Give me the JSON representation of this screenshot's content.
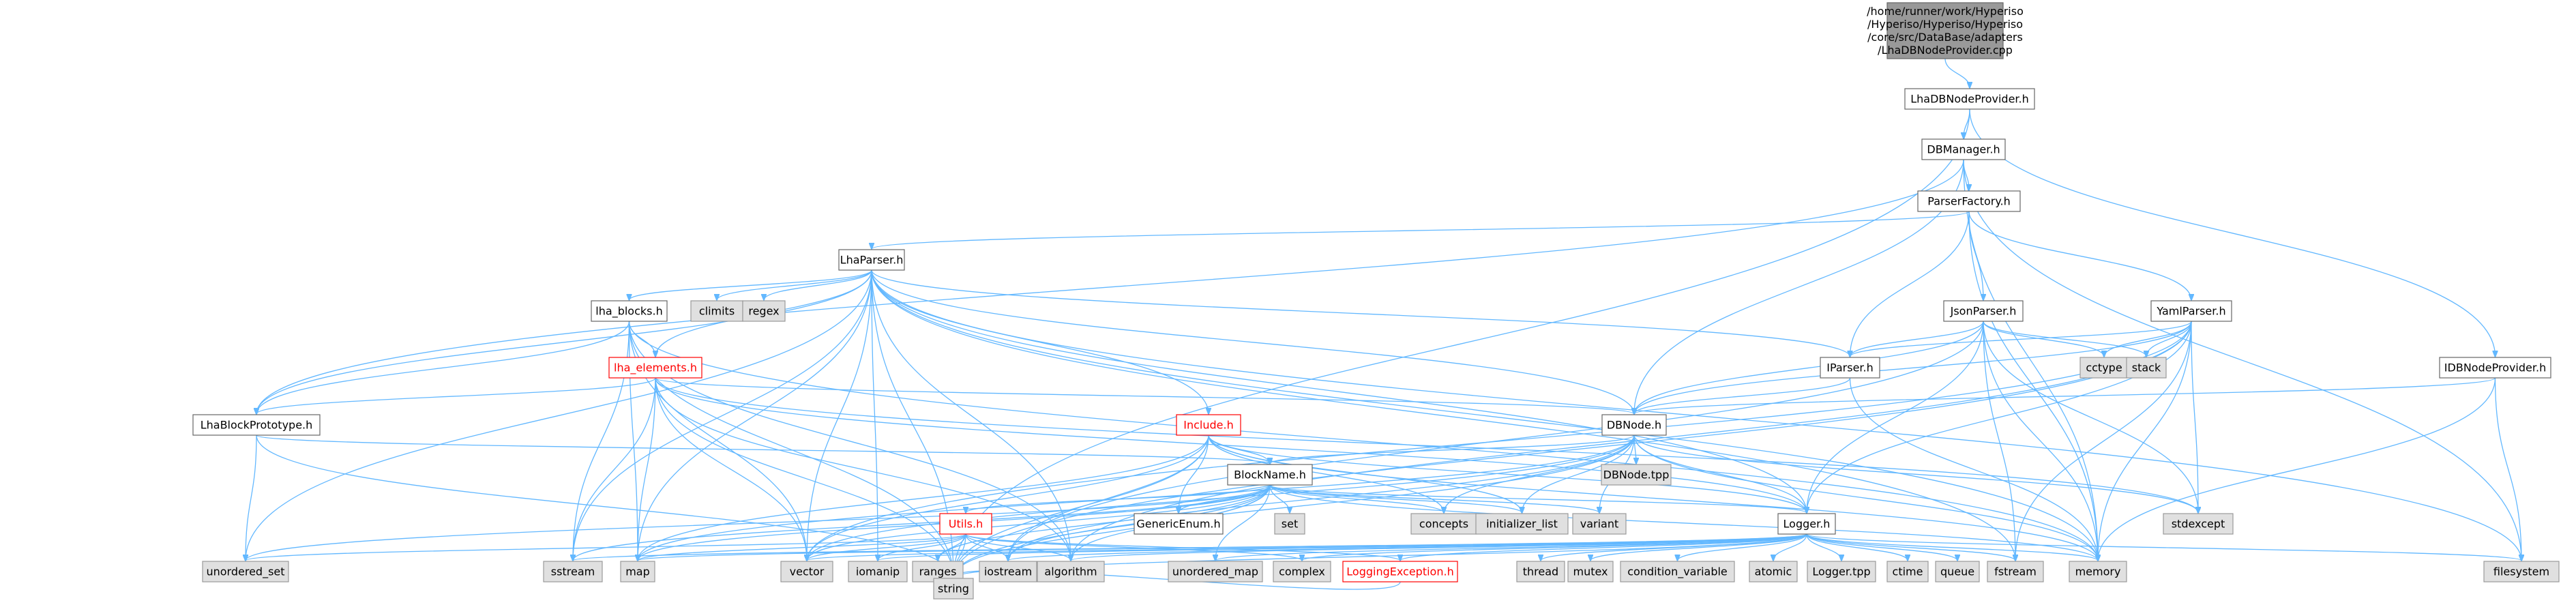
{
  "diagram": {
    "type": "include-dependency-graph",
    "colors": {
      "edge": "#63b8ff",
      "root_fill": "#999999",
      "system_header_fill": "#e0e0e0",
      "project_header_border": "#666666",
      "incomplete_header_text": "#ff0000"
    },
    "nodes": [
      {
        "id": "root",
        "lines": [
          "/home/runner/work/Hyperiso",
          "/Hyperiso/Hyperiso/Hyperiso",
          "/core/src/DataBase/adapters",
          "/LhaDBNodeProvider.cpp"
        ],
        "style": "root"
      },
      {
        "id": "lhadbnodeprovider_h",
        "lines": [
          "LhaDBNodeProvider.h"
        ],
        "style": "white"
      },
      {
        "id": "dbmanager_h",
        "lines": [
          "DBManager.h"
        ],
        "style": "white"
      },
      {
        "id": "parserfactory_h",
        "lines": [
          "ParserFactory.h"
        ],
        "style": "white"
      },
      {
        "id": "lhaparser_h",
        "lines": [
          "LhaParser.h"
        ],
        "style": "white"
      },
      {
        "id": "lha_blocks_h",
        "lines": [
          "lha_blocks.h"
        ],
        "style": "white"
      },
      {
        "id": "climits",
        "lines": [
          "climits"
        ],
        "style": "gray"
      },
      {
        "id": "regex",
        "lines": [
          "regex"
        ],
        "style": "gray"
      },
      {
        "id": "lha_elements_h",
        "lines": [
          "lha_elements.h"
        ],
        "style": "red"
      },
      {
        "id": "lhablockprototype_h",
        "lines": [
          "LhaBlockPrototype.h"
        ],
        "style": "white"
      },
      {
        "id": "include_h",
        "lines": [
          "Include.h"
        ],
        "style": "red"
      },
      {
        "id": "blockname_h",
        "lines": [
          "BlockName.h"
        ],
        "style": "white"
      },
      {
        "id": "utils_h",
        "lines": [
          "Utils.h"
        ],
        "style": "red"
      },
      {
        "id": "genericenum_h",
        "lines": [
          "GenericEnum.h"
        ],
        "style": "white"
      },
      {
        "id": "set",
        "lines": [
          "set"
        ],
        "style": "gray"
      },
      {
        "id": "concepts",
        "lines": [
          "concepts"
        ],
        "style": "gray"
      },
      {
        "id": "initializer_list",
        "lines": [
          "initializer_list"
        ],
        "style": "gray"
      },
      {
        "id": "variant",
        "lines": [
          "variant"
        ],
        "style": "gray"
      },
      {
        "id": "dbnode_h",
        "lines": [
          "DBNode.h"
        ],
        "style": "white"
      },
      {
        "id": "dbnode_tpp",
        "lines": [
          "DBNode.tpp"
        ],
        "style": "gray"
      },
      {
        "id": "iparser_h",
        "lines": [
          "IParser.h"
        ],
        "style": "white"
      },
      {
        "id": "jsonparser_h",
        "lines": [
          "JsonParser.h"
        ],
        "style": "white"
      },
      {
        "id": "yamlparser_h",
        "lines": [
          "YamlParser.h"
        ],
        "style": "white"
      },
      {
        "id": "cctype",
        "lines": [
          "cctype"
        ],
        "style": "gray"
      },
      {
        "id": "stack",
        "lines": [
          "stack"
        ],
        "style": "gray"
      },
      {
        "id": "idbnodeprovider_h",
        "lines": [
          "IDBNodeProvider.h"
        ],
        "style": "white"
      },
      {
        "id": "stdexcept",
        "lines": [
          "stdexcept"
        ],
        "style": "gray"
      },
      {
        "id": "logger_h",
        "lines": [
          "Logger.h"
        ],
        "style": "white"
      },
      {
        "id": "unordered_set",
        "lines": [
          "unordered_set"
        ],
        "style": "gray"
      },
      {
        "id": "sstream",
        "lines": [
          "sstream"
        ],
        "style": "gray"
      },
      {
        "id": "map",
        "lines": [
          "map"
        ],
        "style": "gray"
      },
      {
        "id": "vector",
        "lines": [
          "vector"
        ],
        "style": "gray"
      },
      {
        "id": "iomanip",
        "lines": [
          "iomanip"
        ],
        "style": "gray"
      },
      {
        "id": "ranges",
        "lines": [
          "ranges"
        ],
        "style": "gray"
      },
      {
        "id": "iostream",
        "lines": [
          "iostream"
        ],
        "style": "gray"
      },
      {
        "id": "algorithm",
        "lines": [
          "algorithm"
        ],
        "style": "gray"
      },
      {
        "id": "unordered_map",
        "lines": [
          "unordered_map"
        ],
        "style": "gray"
      },
      {
        "id": "complex",
        "lines": [
          "complex"
        ],
        "style": "gray"
      },
      {
        "id": "loggingexception_h",
        "lines": [
          "LoggingException.h"
        ],
        "style": "red"
      },
      {
        "id": "thread",
        "lines": [
          "thread"
        ],
        "style": "gray"
      },
      {
        "id": "mutex",
        "lines": [
          "mutex"
        ],
        "style": "gray"
      },
      {
        "id": "condition_variable",
        "lines": [
          "condition_variable"
        ],
        "style": "gray"
      },
      {
        "id": "atomic",
        "lines": [
          "atomic"
        ],
        "style": "gray"
      },
      {
        "id": "logger_tpp",
        "lines": [
          "Logger.tpp"
        ],
        "style": "gray"
      },
      {
        "id": "ctime",
        "lines": [
          "ctime"
        ],
        "style": "gray"
      },
      {
        "id": "queue",
        "lines": [
          "queue"
        ],
        "style": "gray"
      },
      {
        "id": "fstream",
        "lines": [
          "fstream"
        ],
        "style": "gray"
      },
      {
        "id": "memory",
        "lines": [
          "memory"
        ],
        "style": "gray"
      },
      {
        "id": "filesystem",
        "lines": [
          "filesystem"
        ],
        "style": "gray"
      },
      {
        "id": "string",
        "lines": [
          "string"
        ],
        "style": "gray"
      }
    ],
    "edges": [
      [
        "root",
        "lhadbnodeprovider_h"
      ],
      [
        "lhadbnodeprovider_h",
        "dbmanager_h"
      ],
      [
        "lhadbnodeprovider_h",
        "idbnodeprovider_h"
      ],
      [
        "lhadbnodeprovider_h",
        "string"
      ],
      [
        "dbmanager_h",
        "parserfactory_h"
      ],
      [
        "dbmanager_h",
        "lhablockprototype_h"
      ],
      [
        "dbmanager_h",
        "dbnode_h"
      ],
      [
        "dbmanager_h",
        "memory"
      ],
      [
        "dbmanager_h",
        "filesystem"
      ],
      [
        "parserfactory_h",
        "lhaparser_h"
      ],
      [
        "parserfactory_h",
        "jsonparser_h"
      ],
      [
        "parserfactory_h",
        "yamlparser_h"
      ],
      [
        "parserfactory_h",
        "iparser_h"
      ],
      [
        "parserfactory_h",
        "memory"
      ],
      [
        "lhaparser_h",
        "lha_blocks_h"
      ],
      [
        "lhaparser_h",
        "climits"
      ],
      [
        "lhaparser_h",
        "regex"
      ],
      [
        "lhaparser_h",
        "lha_elements_h"
      ],
      [
        "lhaparser_h",
        "lhablockprototype_h"
      ],
      [
        "lhaparser_h",
        "include_h"
      ],
      [
        "lhaparser_h",
        "dbnode_h"
      ],
      [
        "lhaparser_h",
        "iparser_h"
      ],
      [
        "lhaparser_h",
        "logger_h"
      ],
      [
        "lhaparser_h",
        "unordered_set"
      ],
      [
        "lhaparser_h",
        "sstream"
      ],
      [
        "lhaparser_h",
        "map"
      ],
      [
        "lhaparser_h",
        "vector"
      ],
      [
        "lhaparser_h",
        "iomanip"
      ],
      [
        "lhaparser_h",
        "algorithm"
      ],
      [
        "lhaparser_h",
        "fstream"
      ],
      [
        "lhaparser_h",
        "memory"
      ],
      [
        "lhaparser_h",
        "filesystem"
      ],
      [
        "lhaparser_h",
        "string"
      ],
      [
        "lha_blocks_h",
        "lha_elements_h"
      ],
      [
        "lha_blocks_h",
        "lhablockprototype_h"
      ],
      [
        "lha_blocks_h",
        "sstream"
      ],
      [
        "lha_blocks_h",
        "vector"
      ],
      [
        "lha_blocks_h",
        "map"
      ],
      [
        "lha_blocks_h",
        "algorithm"
      ],
      [
        "lha_blocks_h",
        "memory"
      ],
      [
        "lha_blocks_h",
        "string"
      ],
      [
        "lha_elements_h",
        "lhablockprototype_h"
      ],
      [
        "lha_elements_h",
        "dbnode_h"
      ],
      [
        "lha_elements_h",
        "logger_h"
      ],
      [
        "lha_elements_h",
        "sstream"
      ],
      [
        "lha_elements_h",
        "vector"
      ],
      [
        "lha_elements_h",
        "map"
      ],
      [
        "lha_elements_h",
        "algorithm"
      ],
      [
        "lha_elements_h",
        "stdexcept"
      ],
      [
        "lha_elements_h",
        "string"
      ],
      [
        "lhablockprototype_h",
        "blockname_h"
      ],
      [
        "lhablockprototype_h",
        "unordered_set"
      ],
      [
        "lhablockprototype_h",
        "string"
      ],
      [
        "include_h",
        "blockname_h"
      ],
      [
        "include_h",
        "genericenum_h"
      ],
      [
        "include_h",
        "concepts"
      ],
      [
        "include_h",
        "initializer_list"
      ],
      [
        "include_h",
        "logger_h"
      ],
      [
        "include_h",
        "map"
      ],
      [
        "include_h",
        "vector"
      ],
      [
        "include_h",
        "iostream"
      ],
      [
        "include_h",
        "memory"
      ],
      [
        "include_h",
        "string"
      ],
      [
        "blockname_h",
        "utils_h"
      ],
      [
        "blockname_h",
        "genericenum_h"
      ],
      [
        "blockname_h",
        "set"
      ],
      [
        "blockname_h",
        "concepts"
      ],
      [
        "blockname_h",
        "initializer_list"
      ],
      [
        "blockname_h",
        "variant"
      ],
      [
        "blockname_h",
        "logger_h"
      ],
      [
        "blockname_h",
        "unordered_set"
      ],
      [
        "blockname_h",
        "sstream"
      ],
      [
        "blockname_h",
        "map"
      ],
      [
        "blockname_h",
        "vector"
      ],
      [
        "blockname_h",
        "ranges"
      ],
      [
        "blockname_h",
        "iostream"
      ],
      [
        "blockname_h",
        "algorithm"
      ],
      [
        "blockname_h",
        "unordered_map"
      ],
      [
        "blockname_h",
        "memory"
      ],
      [
        "blockname_h",
        "string"
      ],
      [
        "utils_h",
        "unordered_set"
      ],
      [
        "utils_h",
        "map"
      ],
      [
        "utils_h",
        "vector"
      ],
      [
        "utils_h",
        "iomanip"
      ],
      [
        "utils_h",
        "ranges"
      ],
      [
        "utils_h",
        "iostream"
      ],
      [
        "utils_h",
        "algorithm"
      ],
      [
        "utils_h",
        "complex"
      ],
      [
        "utils_h",
        "loggingexception_h"
      ],
      [
        "utils_h",
        "string"
      ],
      [
        "dbnode_h",
        "blockname_h"
      ],
      [
        "dbnode_h",
        "dbnode_tpp"
      ],
      [
        "dbnode_h",
        "concepts"
      ],
      [
        "dbnode_h",
        "initializer_list"
      ],
      [
        "dbnode_h",
        "variant"
      ],
      [
        "dbnode_h",
        "stdexcept"
      ],
      [
        "dbnode_h",
        "logger_h"
      ],
      [
        "dbnode_h",
        "map"
      ],
      [
        "dbnode_h",
        "vector"
      ],
      [
        "dbnode_h",
        "iostream"
      ],
      [
        "dbnode_h",
        "memory"
      ],
      [
        "dbnode_h",
        "string"
      ],
      [
        "iparser_h",
        "dbnode_h"
      ],
      [
        "iparser_h",
        "memory"
      ],
      [
        "jsonparser_h",
        "iparser_h"
      ],
      [
        "jsonparser_h",
        "dbnode_h"
      ],
      [
        "jsonparser_h",
        "cctype"
      ],
      [
        "jsonparser_h",
        "stack"
      ],
      [
        "jsonparser_h",
        "stdexcept"
      ],
      [
        "jsonparser_h",
        "logger_h"
      ],
      [
        "jsonparser_h",
        "iostream"
      ],
      [
        "jsonparser_h",
        "fstream"
      ],
      [
        "jsonparser_h",
        "memory"
      ],
      [
        "yamlparser_h",
        "iparser_h"
      ],
      [
        "yamlparser_h",
        "dbnode_h"
      ],
      [
        "yamlparser_h",
        "cctype"
      ],
      [
        "yamlparser_h",
        "stack"
      ],
      [
        "yamlparser_h",
        "stdexcept"
      ],
      [
        "yamlparser_h",
        "logger_h"
      ],
      [
        "yamlparser_h",
        "vector"
      ],
      [
        "yamlparser_h",
        "algorithm"
      ],
      [
        "yamlparser_h",
        "fstream"
      ],
      [
        "yamlparser_h",
        "memory"
      ],
      [
        "yamlparser_h",
        "string"
      ],
      [
        "idbnodeprovider_h",
        "dbnode_h"
      ],
      [
        "idbnodeprovider_h",
        "memory"
      ],
      [
        "idbnodeprovider_h",
        "filesystem"
      ],
      [
        "logger_h",
        "loggingexception_h"
      ],
      [
        "logger_h",
        "thread"
      ],
      [
        "logger_h",
        "mutex"
      ],
      [
        "logger_h",
        "condition_variable"
      ],
      [
        "logger_h",
        "atomic"
      ],
      [
        "logger_h",
        "logger_tpp"
      ],
      [
        "logger_h",
        "ctime"
      ],
      [
        "logger_h",
        "queue"
      ],
      [
        "logger_h",
        "fstream"
      ],
      [
        "logger_h",
        "memory"
      ],
      [
        "logger_h",
        "filesystem"
      ],
      [
        "logger_h",
        "sstream"
      ],
      [
        "logger_h",
        "map"
      ],
      [
        "logger_h",
        "vector"
      ],
      [
        "logger_h",
        "iomanip"
      ],
      [
        "logger_h",
        "iostream"
      ],
      [
        "logger_h",
        "algorithm"
      ],
      [
        "logger_h",
        "unordered_map"
      ],
      [
        "logger_h",
        "complex"
      ],
      [
        "logger_h",
        "string"
      ],
      [
        "loggingexception_h",
        "string"
      ]
    ]
  }
}
